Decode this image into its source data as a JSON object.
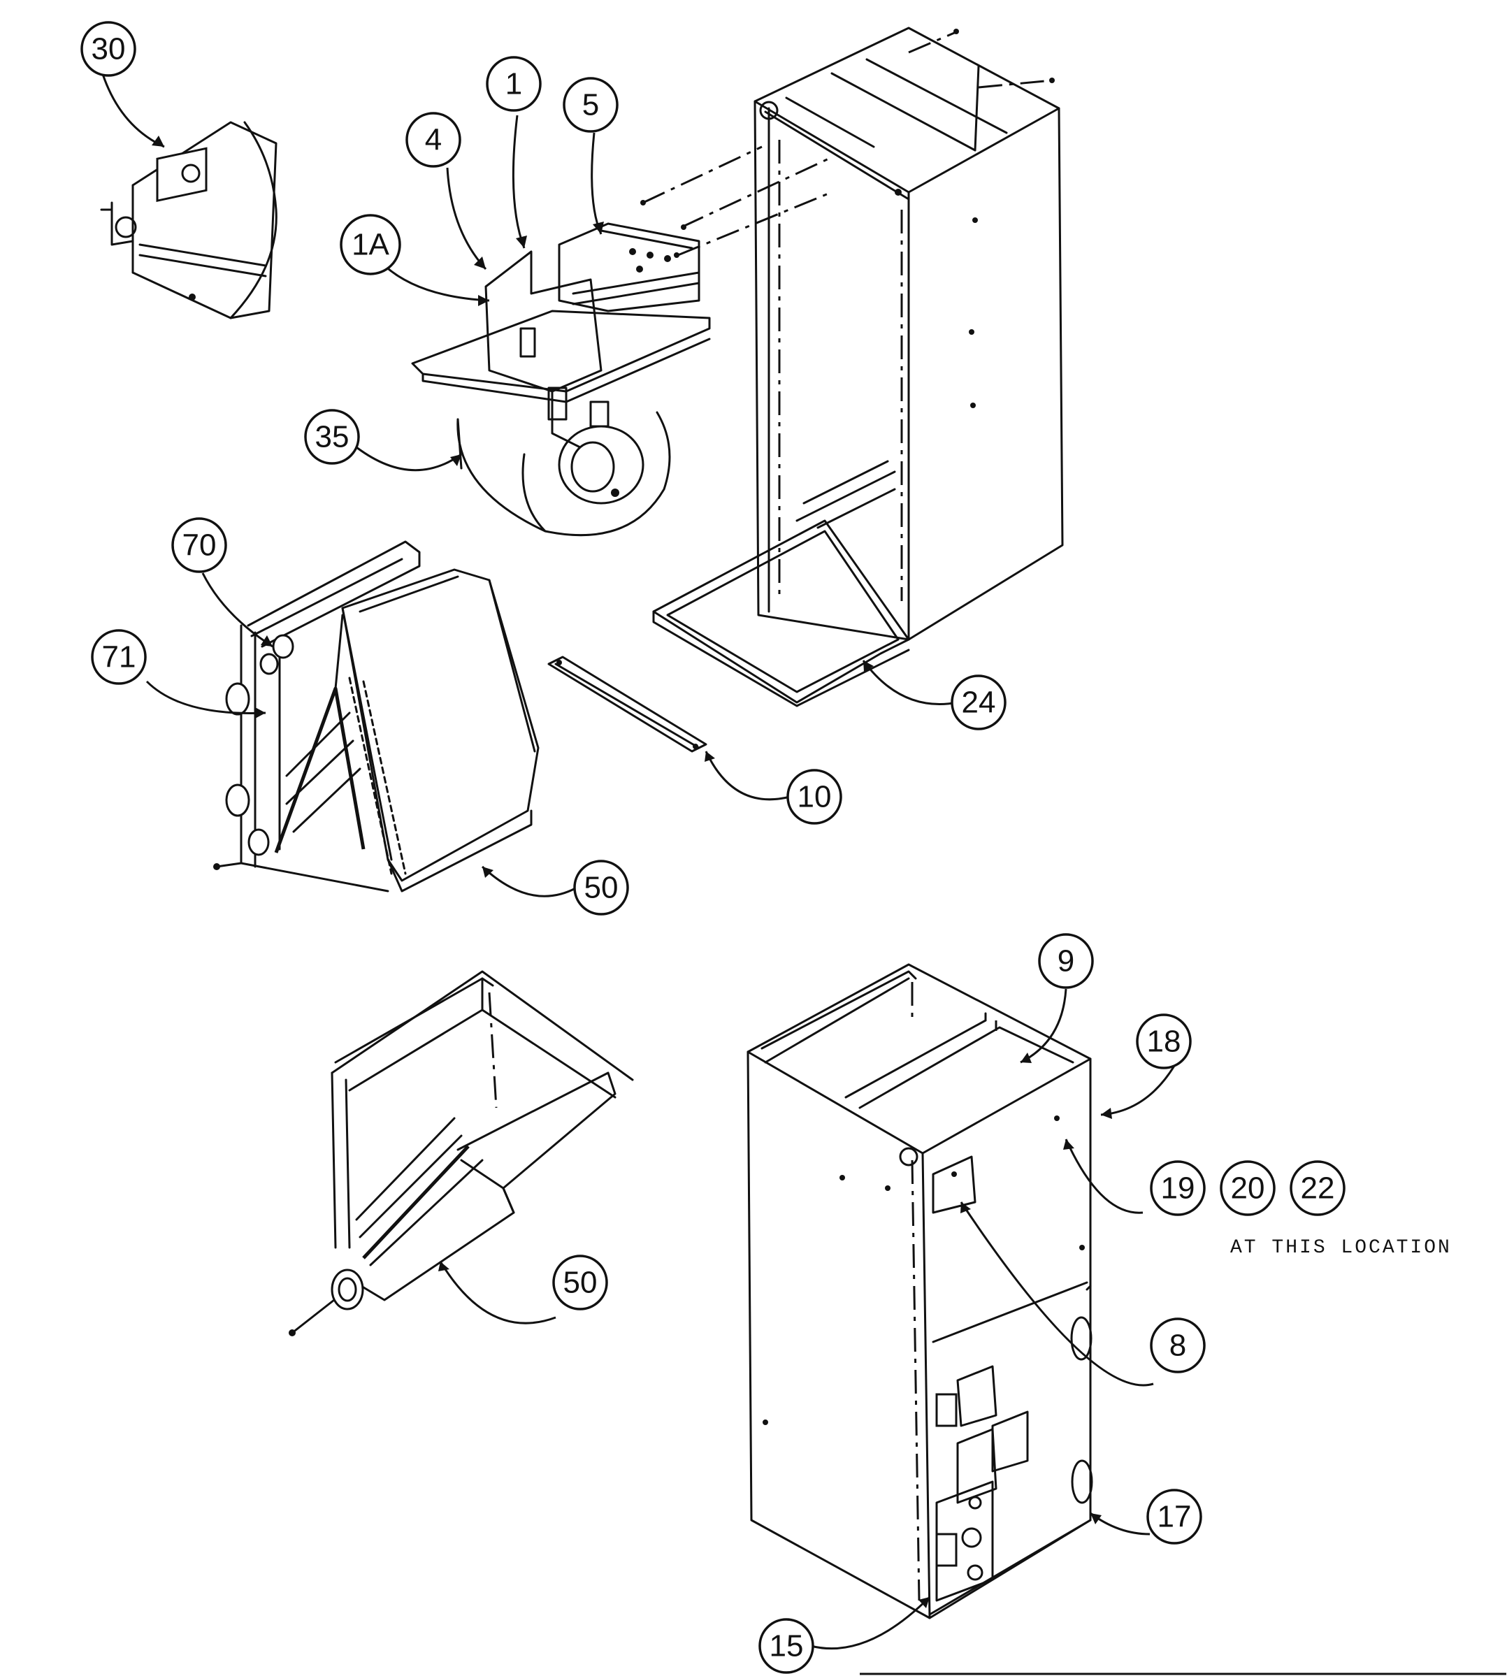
{
  "callouts": [
    {
      "id": "c30",
      "label": "30"
    },
    {
      "id": "c1",
      "label": "1"
    },
    {
      "id": "c5",
      "label": "5"
    },
    {
      "id": "c4",
      "label": "4"
    },
    {
      "id": "c1a",
      "label": "1A"
    },
    {
      "id": "c35",
      "label": "35"
    },
    {
      "id": "c70",
      "label": "70"
    },
    {
      "id": "c71",
      "label": "71"
    },
    {
      "id": "c24",
      "label": "24"
    },
    {
      "id": "c10",
      "label": "10"
    },
    {
      "id": "c50a",
      "label": "50"
    },
    {
      "id": "c9",
      "label": "9"
    },
    {
      "id": "c18",
      "label": "18"
    },
    {
      "id": "c19",
      "label": "19"
    },
    {
      "id": "c20",
      "label": "20"
    },
    {
      "id": "c22",
      "label": "22"
    },
    {
      "id": "c8",
      "label": "8"
    },
    {
      "id": "c50b",
      "label": "50"
    },
    {
      "id": "c17",
      "label": "17"
    },
    {
      "id": "c15",
      "label": "15"
    }
  ],
  "location_note": "AT THIS LOCATION"
}
